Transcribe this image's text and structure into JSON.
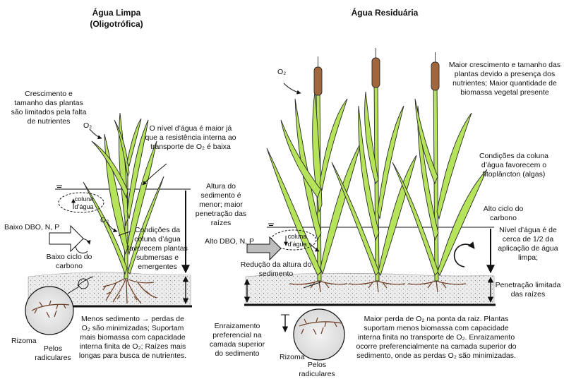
{
  "titles": {
    "left": "Água Limpa",
    "left_sub": "(Oligotrófica)",
    "right": "Água Residuária"
  },
  "left": {
    "growth_note": "Crescimento e tamanho das plantas são limitados pela falta de nutrientes",
    "o2": "O₂",
    "o2_lower": "O₂",
    "water_level_note": "O nível d’água é maior já que a resistência interna ao transporte de O₂ é baixa",
    "sediment_height_note": "Altura do sedimento é menor; maior penetração das raízes",
    "water_column": "coluna d’água",
    "input_label": "Baixo DBO, N, P",
    "carbon_cycle": "Baixo ciclo do carbono",
    "column_conditions": "Condições da coluna d’água favorecem plantas submersas e emergentes",
    "rhizome": "Rizoma",
    "root_hairs": "Pelos radiculares",
    "bottom_note": "Menos sedimento → perdas de O₂ são minimizadas; Suportam mais biomassa com capacidade interna finita de O₂; Raízes mais longas para busca de nutrientes."
  },
  "right": {
    "o2": "O₂",
    "growth_note": "Maior crescimento e tamanho das plantas devido a presença dos nutrientes; Maior quantidade de biomassa vegetal presente",
    "column_conditions": "Condições da coluna d’água favorecem o fitoplâncton (algas)",
    "carbon_cycle": "Alto ciclo do carbono",
    "water_level_note": "Nível d’água é de cerca de 1/2 da aplicação de água limpa;",
    "input_label": "Alto DBO, N, P",
    "water_column": "coluna d’água",
    "sediment_reduction": "Redução da altura do sedimento",
    "penetration": "Penetração limitada das raízes",
    "rooting_note": "Enraizamento preferencial na camada superior do sedimento",
    "rhizome": "Rizoma",
    "root_hairs": "Pelos radiculares",
    "bottom_note": "Maior perda de O₂ na ponta da raiz. Plantas suportam menos biomassa com capacidade interna finita no transporte de O₂. Enraizamento ocorre preferencialmente na camada superior do sedimento, onde as perdas O₂ são minimizadas."
  },
  "colors": {
    "leaf": "#b5e35a",
    "leaf_stroke": "#2b2b2b",
    "cattail": "#a0673d",
    "sediment": "#e6e6e6",
    "root": "#6b3b23",
    "arrow_fill": "#bdbdbd"
  }
}
